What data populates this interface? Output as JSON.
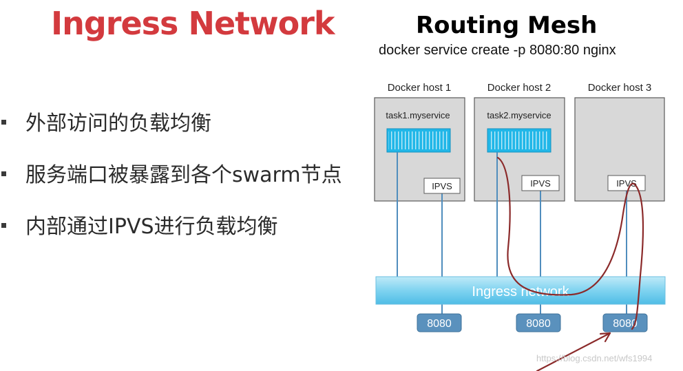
{
  "slide": {
    "title": "Ingress Network",
    "title_color": "#d33a3e",
    "bullets": [
      "外部访问的负载均衡",
      "服务端口被暴露到各个swarm节点",
      "内部通过IPVS进行负载均衡"
    ]
  },
  "diagram": {
    "title": "Routing Mesh",
    "command": "docker service create -p 8080:80 nginx",
    "hosts": [
      {
        "label": "Docker host 1",
        "task": "task1.myservice",
        "ipvs": "IPVS",
        "port": "8080"
      },
      {
        "label": "Docker host 2",
        "task": "task2.myservice",
        "ipvs": "IPVS",
        "port": "8080"
      },
      {
        "label": "Docker host 3",
        "task": "",
        "ipvs": "IPVS",
        "port": "8080"
      }
    ],
    "network_label": "Ingress network",
    "colors": {
      "host_fill": "#d8d8d8",
      "host_border": "#595959",
      "container": "#21b7e8",
      "network": "#7fd3f0",
      "port_fill": "#5a91bd",
      "link": "#4f8dbd",
      "path": "#8b2a2a"
    }
  },
  "watermark": "https://blog.csdn.net/wfs1994"
}
